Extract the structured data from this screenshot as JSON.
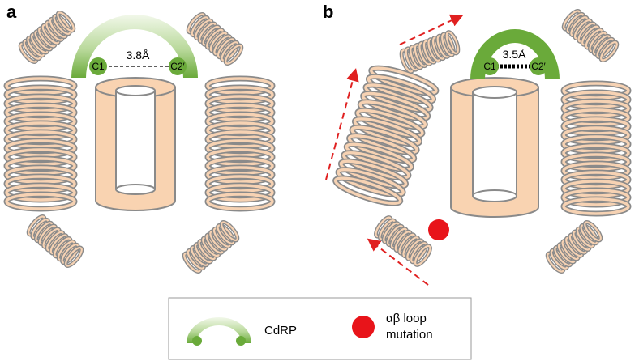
{
  "panels": {
    "a": {
      "label": "a",
      "distance": "3.8Å",
      "atom_left": "C1",
      "atom_right": "C2′"
    },
    "b": {
      "label": "b",
      "distance": "3.5Å",
      "atom_left": "C1",
      "atom_right": "C2′"
    }
  },
  "legend": {
    "cdrp": "CdRP",
    "mutation_line1": "αβ loop",
    "mutation_line2": "mutation"
  },
  "colors": {
    "helix_stroke": "#9e9e9e",
    "helix_fill": "#f6d2b3",
    "barrel_fill": "#f9d3b1",
    "arc_green": "#6aaa3a",
    "arc_green_light": "#d8ebc5",
    "mutation_red": "#e8141a",
    "arrow_red": "#e02020"
  }
}
